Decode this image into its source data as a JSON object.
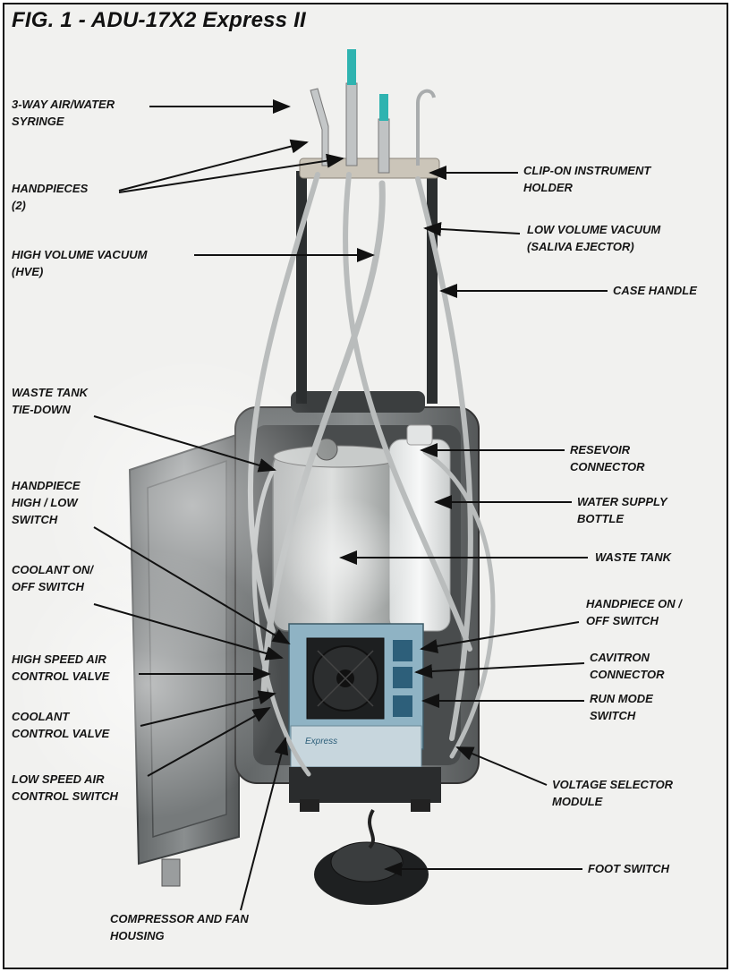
{
  "title": "FIG. 1 - ADU-17X2 Express II",
  "labels": [
    {
      "id": "syringe",
      "lines": [
        "3-WAY AIR/WATER",
        "SYRINGE"
      ]
    },
    {
      "id": "handpieces",
      "lines": [
        "HANDPIECES",
        "(2)"
      ]
    },
    {
      "id": "hve",
      "lines": [
        "HIGH VOLUME VACUUM",
        "(HVE)"
      ]
    },
    {
      "id": "waste-tie",
      "lines": [
        "WASTE TANK",
        "TIE-DOWN"
      ]
    },
    {
      "id": "hp-high-low",
      "lines": [
        "HANDPIECE",
        "HIGH / LOW",
        "SWITCH"
      ]
    },
    {
      "id": "coolant-onoff",
      "lines": [
        "COOLANT ON/",
        "OFF SWITCH"
      ]
    },
    {
      "id": "hs-air",
      "lines": [
        "HIGH SPEED AIR",
        "CONTROL VALVE"
      ]
    },
    {
      "id": "coolant-valve",
      "lines": [
        "COOLANT",
        "CONTROL VALVE"
      ]
    },
    {
      "id": "ls-air",
      "lines": [
        "LOW SPEED AIR",
        "CONTROL SWITCH"
      ]
    },
    {
      "id": "compressor",
      "lines": [
        "COMPRESSOR AND FAN",
        "HOUSING"
      ]
    },
    {
      "id": "clip-holder",
      "lines": [
        "CLIP-ON INSTRUMENT",
        "HOLDER"
      ]
    },
    {
      "id": "lvv",
      "lines": [
        "LOW VOLUME VACUUM",
        "(SALIVA EJECTOR)"
      ]
    },
    {
      "id": "case-handle",
      "lines": [
        "CASE HANDLE"
      ]
    },
    {
      "id": "reservoir",
      "lines": [
        "RESEVOIR",
        "CONNECTOR"
      ]
    },
    {
      "id": "water-bottle",
      "lines": [
        "WATER SUPPLY",
        "BOTTLE"
      ]
    },
    {
      "id": "waste-tank",
      "lines": [
        "WASTE TANK"
      ]
    },
    {
      "id": "hp-onoff",
      "lines": [
        "HANDPIECE ON /",
        "OFF SWITCH"
      ]
    },
    {
      "id": "cavitron",
      "lines": [
        "CAVITRON",
        "CONNECTOR"
      ]
    },
    {
      "id": "run-mode",
      "lines": [
        "RUN MODE",
        "SWITCH"
      ]
    },
    {
      "id": "voltage",
      "lines": [
        "VOLTAGE SELECTOR",
        "MODULE"
      ]
    },
    {
      "id": "foot-switch",
      "lines": [
        "FOOT SWITCH"
      ]
    }
  ],
  "panel_text": "Express"
}
